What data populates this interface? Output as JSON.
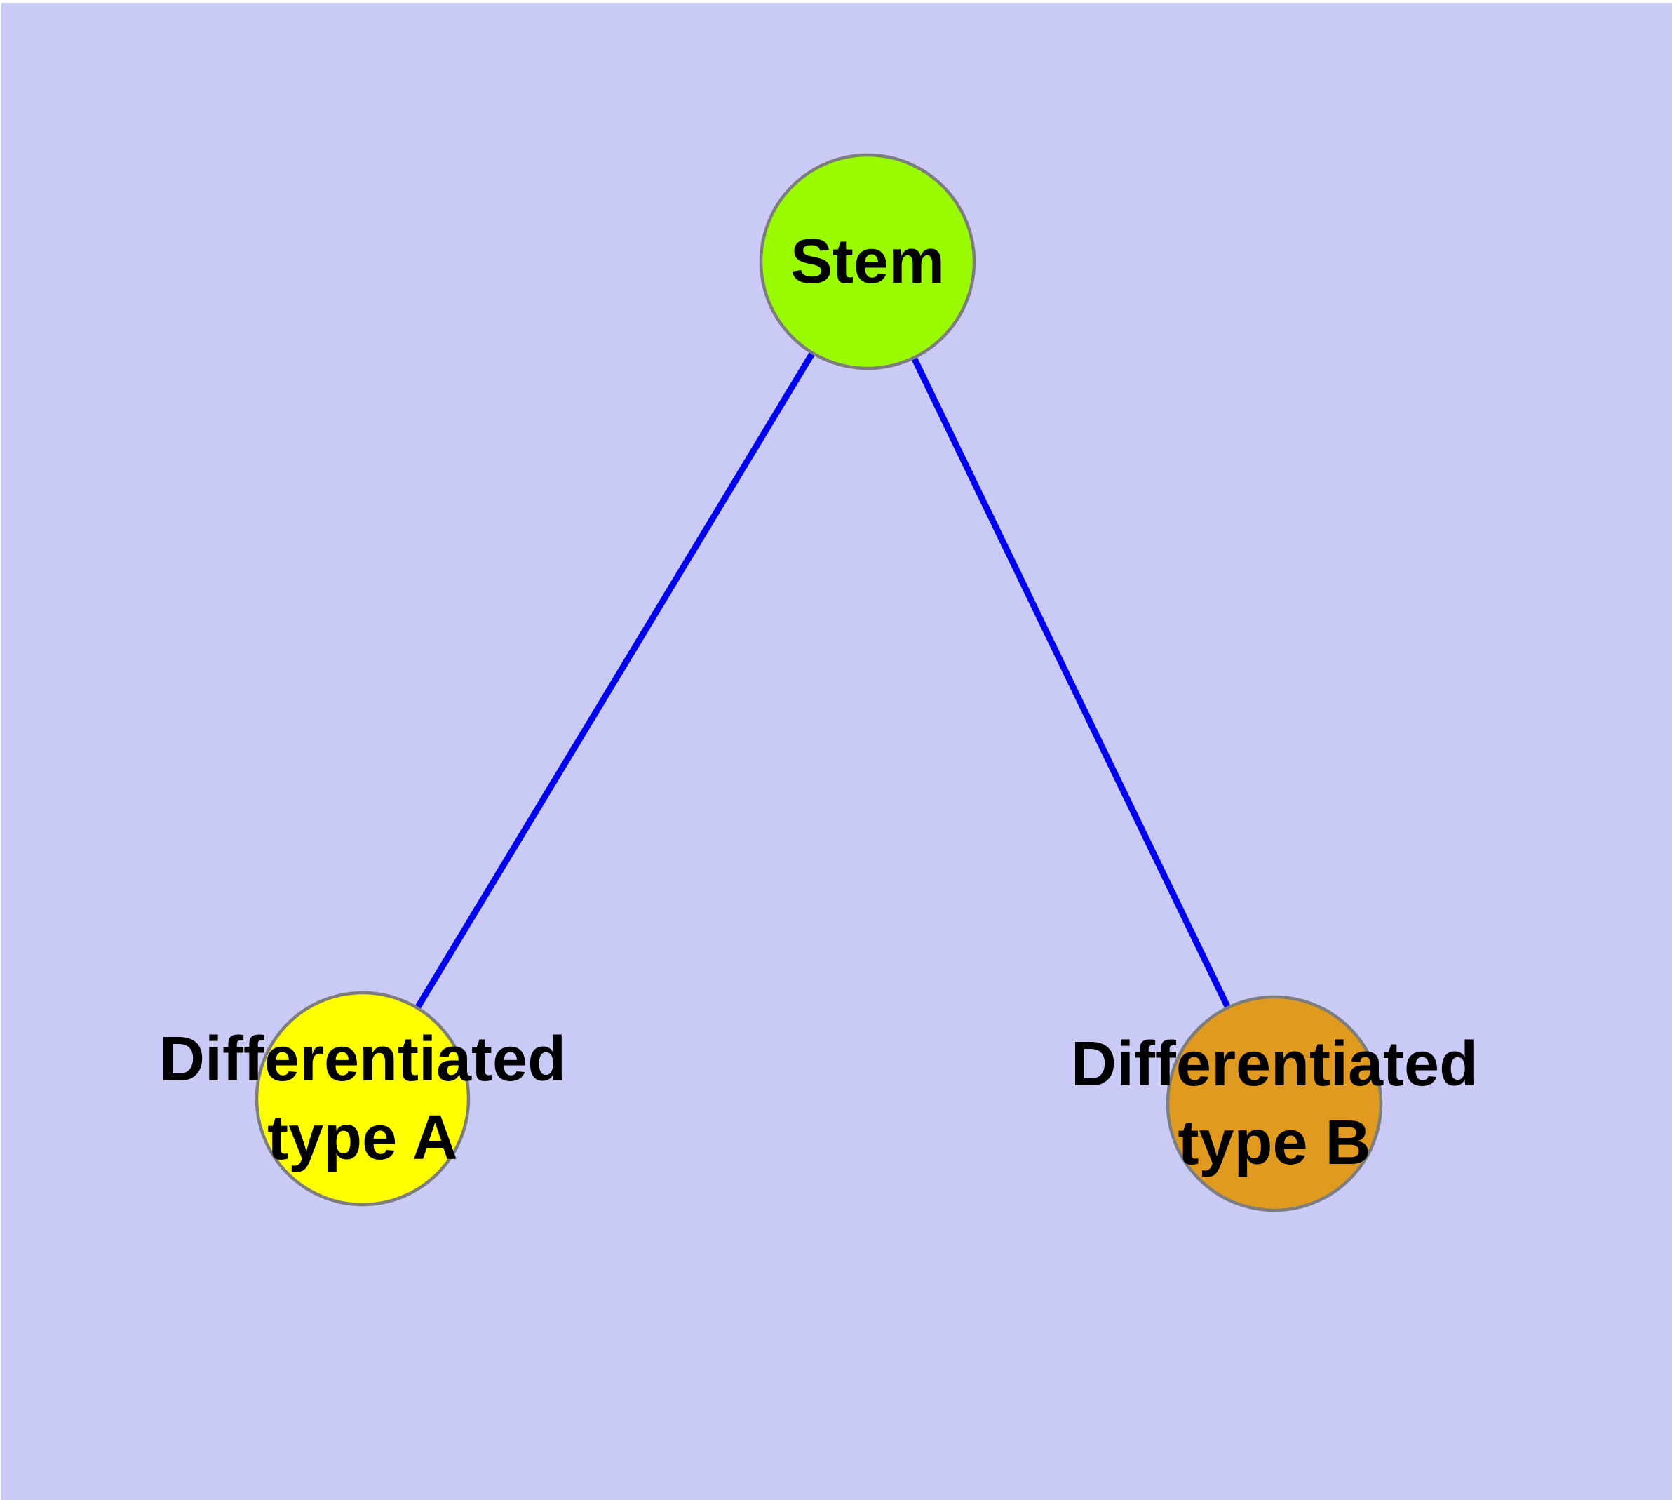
{
  "figure": {
    "background_color": "#cacaf6",
    "frame_color": "#ffffff",
    "edge_color": "#0000f0",
    "node_border_color": "#7d7d7d",
    "label_color": "#000000",
    "nodes": [
      {
        "id": "stem",
        "label": "Stem",
        "fill": "#9afa00"
      },
      {
        "id": "differentiated-type-a",
        "label_line1": "Differentiated",
        "label_line2": "type A",
        "fill": "#ffff00"
      },
      {
        "id": "differentiated-type-b",
        "label_line1": "Differentiated",
        "label_line2": "type B",
        "fill": "#e09a20"
      }
    ],
    "edges": [
      {
        "from": "Stem",
        "to": "Differentiated type A"
      },
      {
        "from": "Stem",
        "to": "Differentiated type B"
      }
    ]
  }
}
